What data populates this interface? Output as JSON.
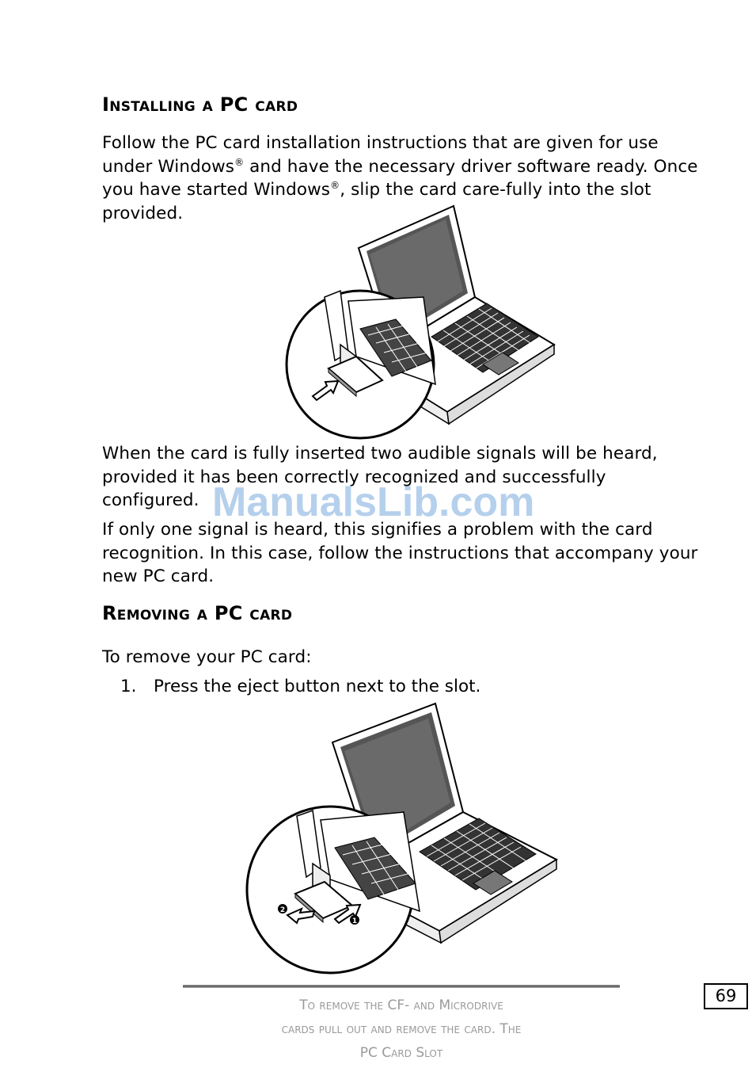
{
  "section1": {
    "heading": "Installing a PC card",
    "paragraph": {
      "part1": "Follow the PC card installation instructions that are given for use under Windows",
      "reg1": "®",
      "part2": " and have the necessary driver software ready. Once you have started Windows",
      "reg2": "®",
      "part3": ", slip the card care-fully into the slot provided."
    }
  },
  "after_figure1": {
    "p1": "When the card is fully inserted two audible signals will be heard, provided it has been correctly recognized and successfully configured.",
    "p2": "If only one signal is heard, this signifies a problem with the card recognition. In this case, follow the instructions that accompany your new PC card."
  },
  "section2": {
    "heading": "Removing a PC card",
    "intro": "To remove your PC card:",
    "steps": [
      {
        "num": "1.",
        "text": "Press the eject button next to the slot."
      }
    ]
  },
  "figure2": {
    "markers": [
      "2",
      "1"
    ]
  },
  "watermark": "ManualsLib.com",
  "footer": {
    "line1": "To remove the CF- and Microdrive",
    "line2": "cards pull out and remove the card.  The",
    "line3": "PC Card Slot"
  },
  "page_number": "69"
}
